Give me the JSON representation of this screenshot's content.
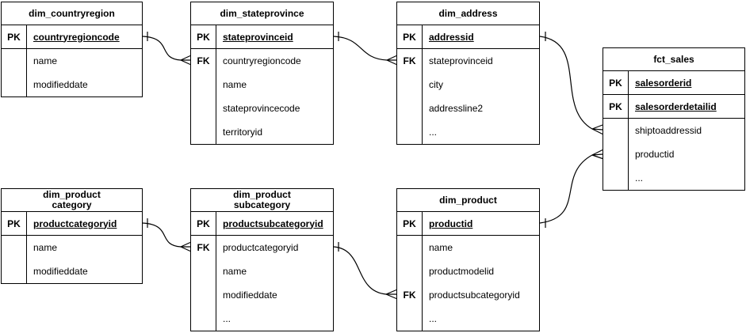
{
  "colors": {
    "line": "#000000",
    "background": "#ffffff",
    "text": "#000000"
  },
  "tables": [
    {
      "title": "dim_countryregion",
      "rows": [
        {
          "key": "PK",
          "field": "countryregioncode"
        },
        {
          "key": "",
          "field": "name"
        },
        {
          "key": "",
          "field": "modifieddate"
        }
      ]
    },
    {
      "title": "dim_stateprovince",
      "rows": [
        {
          "key": "PK",
          "field": "stateprovinceid"
        },
        {
          "key": "FK",
          "field": "countryregioncode"
        },
        {
          "key": "",
          "field": "name"
        },
        {
          "key": "",
          "field": "stateprovincecode"
        },
        {
          "key": "",
          "field": "territoryid"
        }
      ]
    },
    {
      "title": "dim_address",
      "rows": [
        {
          "key": "PK",
          "field": "addressid"
        },
        {
          "key": "FK",
          "field": "stateprovinceid"
        },
        {
          "key": "",
          "field": "city"
        },
        {
          "key": "",
          "field": "addressline2"
        },
        {
          "key": "",
          "field": "..."
        }
      ]
    },
    {
      "title": "fct_sales",
      "rows": [
        {
          "key": "PK",
          "field": "salesorderid"
        },
        {
          "key": "PK",
          "field": "salesorderdetailid"
        },
        {
          "key": "",
          "field": "shiptoaddressid"
        },
        {
          "key": "",
          "field": "productid"
        },
        {
          "key": "",
          "field": "..."
        }
      ]
    },
    {
      "title": "dim_product\ncategory",
      "rows": [
        {
          "key": "PK",
          "field": "productcategoryid"
        },
        {
          "key": "",
          "field": "name"
        },
        {
          "key": "",
          "field": "modifieddate"
        }
      ]
    },
    {
      "title": "dim_product\nsubcategory",
      "rows": [
        {
          "key": "PK",
          "field": "productsubcategoryid"
        },
        {
          "key": "FK",
          "field": "productcategoryid"
        },
        {
          "key": "",
          "field": "name"
        },
        {
          "key": "",
          "field": "modifieddate"
        },
        {
          "key": "",
          "field": "..."
        }
      ]
    },
    {
      "title": "dim_product",
      "rows": [
        {
          "key": "PK",
          "field": "productid"
        },
        {
          "key": "",
          "field": "name"
        },
        {
          "key": "",
          "field": "productmodelid"
        },
        {
          "key": "FK",
          "field": "productsubcategoryid"
        },
        {
          "key": "",
          "field": "..."
        }
      ]
    }
  ],
  "relationships": [
    {
      "from_table": "dim_countryregion",
      "from_field": "countryregioncode",
      "to_table": "dim_stateprovince",
      "to_field": "countryregioncode",
      "cardinality": "one-to-many"
    },
    {
      "from_table": "dim_stateprovince",
      "from_field": "stateprovinceid",
      "to_table": "dim_address",
      "to_field": "stateprovinceid",
      "cardinality": "one-to-many"
    },
    {
      "from_table": "dim_address",
      "from_field": "addressid",
      "to_table": "fct_sales",
      "to_field": "shiptoaddressid",
      "cardinality": "one-to-many"
    },
    {
      "from_table": "dim_product",
      "from_field": "productid",
      "to_table": "fct_sales",
      "to_field": "productid",
      "cardinality": "one-to-many"
    },
    {
      "from_table": "dim_product category",
      "from_field": "productcategoryid",
      "to_table": "dim_product subcategory",
      "to_field": "productcategoryid",
      "cardinality": "one-to-many"
    },
    {
      "from_table": "dim_product subcategory",
      "from_field": "productsubcategoryid",
      "to_table": "dim_product",
      "to_field": "productsubcategoryid",
      "cardinality": "one-to-many"
    }
  ]
}
